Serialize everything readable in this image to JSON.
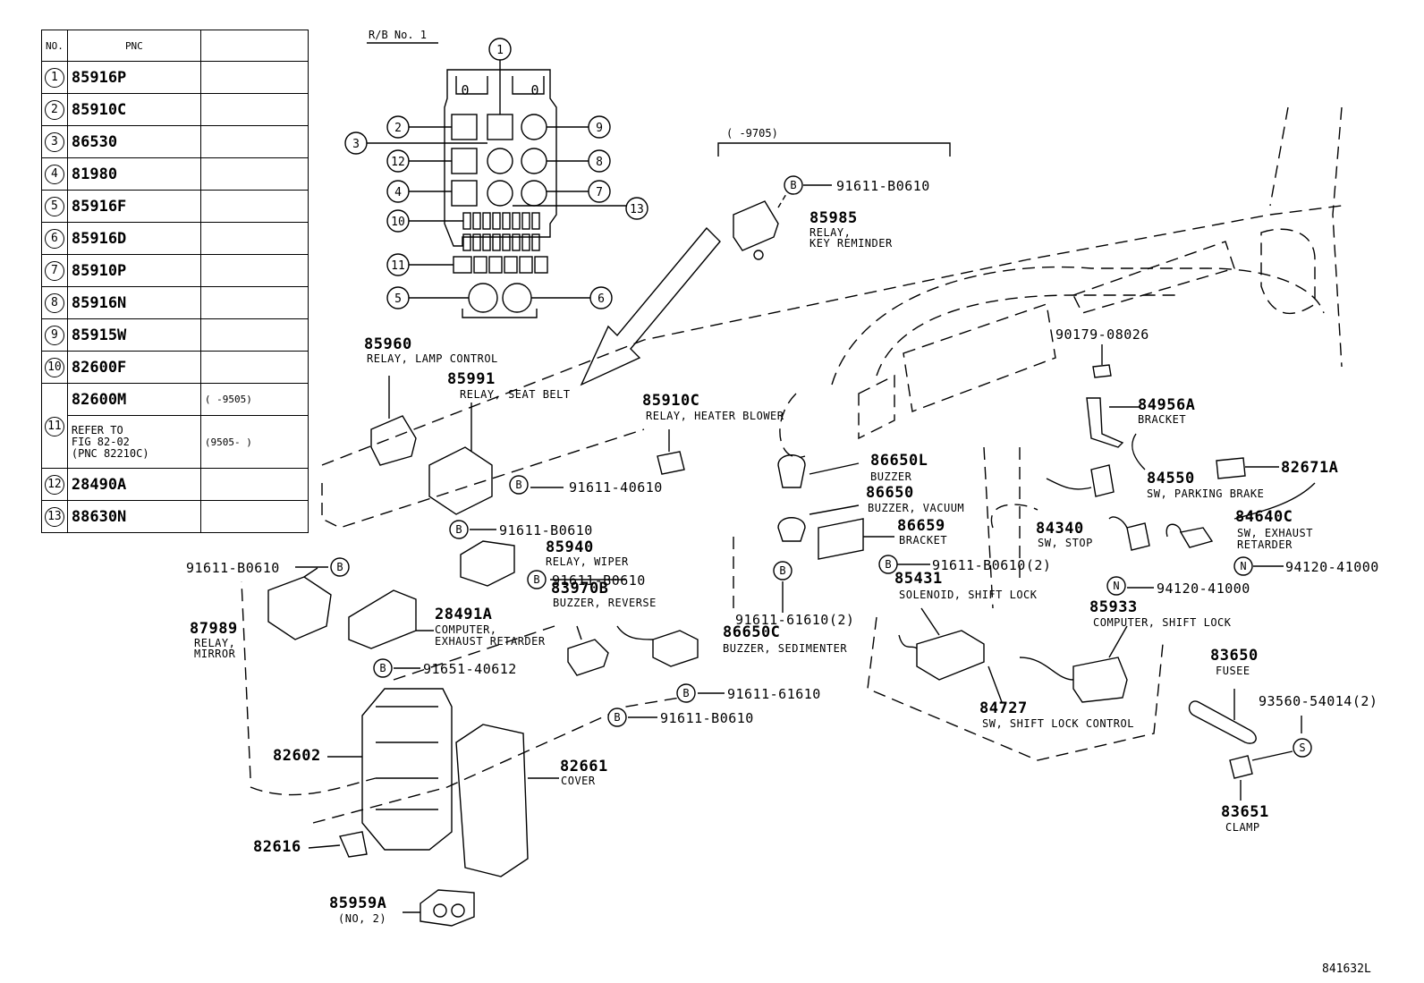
{
  "table": {
    "header": {
      "no": "NO.",
      "pnc": "PNC",
      "remark": ""
    },
    "rows": [
      {
        "no": "1",
        "pnc": "85916P",
        "remark": ""
      },
      {
        "no": "2",
        "pnc": "85910C",
        "remark": ""
      },
      {
        "no": "3",
        "pnc": "86530",
        "remark": ""
      },
      {
        "no": "4",
        "pnc": "81980",
        "remark": ""
      },
      {
        "no": "5",
        "pnc": "85916F",
        "remark": ""
      },
      {
        "no": "6",
        "pnc": "85916D",
        "remark": ""
      },
      {
        "no": "7",
        "pnc": "85910P",
        "remark": ""
      },
      {
        "no": "8",
        "pnc": "85916N",
        "remark": ""
      },
      {
        "no": "9",
        "pnc": "85915W",
        "remark": ""
      },
      {
        "no": "10",
        "pnc": "82600F",
        "remark": ""
      },
      {
        "no": "11",
        "pnc": "82600M",
        "remark": "(      -9505)",
        "pnc2_line1": "REFER TO",
        "pnc2_line2": "FIG 82-02",
        "pnc2_line3": "(PNC 82210C)",
        "remark2": "(9505-      )"
      },
      {
        "no": "12",
        "pnc": "28490A",
        "remark": ""
      },
      {
        "no": "13",
        "pnc": "88630N",
        "remark": ""
      }
    ]
  },
  "rb_title": "R/B No. 1",
  "date_range": "(      -9705)",
  "callouts": {
    "c1": "1",
    "c2": "2",
    "c3": "3",
    "c4": "4",
    "c5": "5",
    "c6": "6",
    "c7": "7",
    "c8": "8",
    "c9": "9",
    "c10": "10",
    "c11": "11",
    "c12": "12",
    "c13": "13"
  },
  "rb_zero_left": "0",
  "rb_zero_right": "0",
  "bolt_b": "B",
  "bolt_n": "N",
  "bolt_s": "S",
  "labels": {
    "p85985": "85985",
    "p85985_d1": "RELAY,",
    "p85985_d2": "KEY REMINDER",
    "b91611_B0610_top": "91611-B0610",
    "p85960": "85960",
    "p85960_d": "RELAY, LAMP CONTROL",
    "p85991": "85991",
    "p85991_d": "RELAY, SEAT BELT",
    "p85910C": "85910C",
    "p85910C_d": "RELAY, HEATER BLOWER",
    "b91611_40610": "91611-40610",
    "b91611_B0610_b": "91611-B0610",
    "p85940": "85940",
    "p85940_d": "RELAY, WIPER",
    "b91611_B0610_c": "91611-B0610",
    "b91611_B0610_left": "91611-B0610",
    "p87989": "87989",
    "p87989_d1": "RELAY,",
    "p87989_d2": "MIRROR",
    "p28491A": "28491A",
    "p28491A_d1": "COMPUTER,",
    "p28491A_d2": "EXHAUST RETARDER",
    "p83970B": "83970B",
    "p83970B_d": "BUZZER, REVERSE",
    "p86650C": "86650C",
    "p86650C_d": "BUZZER, SEDIMENTER",
    "b91651_40612": "91651-40612",
    "b91611_61610": "91611-61610",
    "b91611_B0610_d": "91611-B0610",
    "p82602": "82602",
    "p82661": "82661",
    "p82661_d": "COVER",
    "p82616": "82616",
    "p85959A": "85959A",
    "p85959A_d": "(NO, 2)",
    "p86650L": "86650L",
    "p86650L_d": "BUZZER",
    "p86650": "86650",
    "p86650_d": "BUZZER, VACUUM",
    "p86659": "86659",
    "p86659_d": "BRACKET",
    "b91611_B0610_2": "91611-B0610(2)",
    "b91611_61610_2": "91611-61610(2)",
    "p85431": "85431",
    "p85431_d": "SOLENOID, SHIFT LOCK",
    "p84727": "84727",
    "p84727_d": "SW, SHIFT LOCK CONTROL",
    "p90179": "90179-08026",
    "p84956A": "84956A",
    "p84956A_d": "BRACKET",
    "p84550": "84550",
    "p84550_d": "SW, PARKING BRAKE",
    "p82671A": "82671A",
    "p84340": "84340",
    "p84340_d": "SW, STOP",
    "p84640C": "84640C",
    "p84640C_d1": "SW, EXHAUST",
    "p84640C_d2": "RETARDER",
    "b94120_41000_a": "94120-41000",
    "b94120_41000_b": "94120-41000",
    "p85933": "85933",
    "p85933_d": "COMPUTER, SHIFT LOCK",
    "p83650": "83650",
    "p83650_d": "FUSEE",
    "b93560": "93560-54014(2)",
    "p83651": "83651",
    "p83651_d": "CLAMP",
    "fig_id": "841632L"
  }
}
